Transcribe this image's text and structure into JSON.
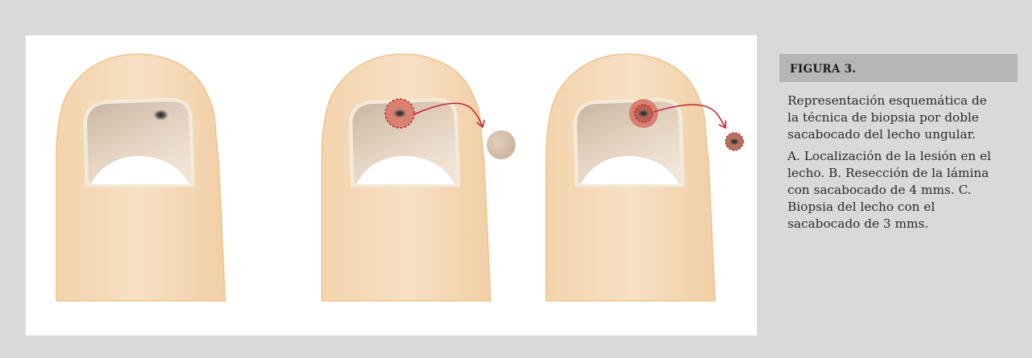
{
  "figure": {
    "label": "FIGURA 3.",
    "description": "Representación esquemática de la técnica de biopsia por doble sacabocado del lecho ungular.",
    "steps": "A. Localización de la lesión en el lecho. B. Resección de la lámina con sacabocado de 4 mms. C. Biopsia del lecho con el sacabocado de 3 mms."
  },
  "colors": {
    "page_background": "#d9d9db",
    "panel_background": "#ffffff",
    "skin": "#f5dcbc",
    "skin_outline": "#efc48a",
    "nail_rim": "#f3ead9",
    "lesion": "#3a3a3a",
    "punch_red": "#c0272d",
    "punch_fill": "#d98070",
    "caption_header": "#b6b6b8"
  },
  "icons": [
    "finger-illustration",
    "nail-plate",
    "lesion-spot",
    "curved-arrow",
    "excised-disc"
  ]
}
